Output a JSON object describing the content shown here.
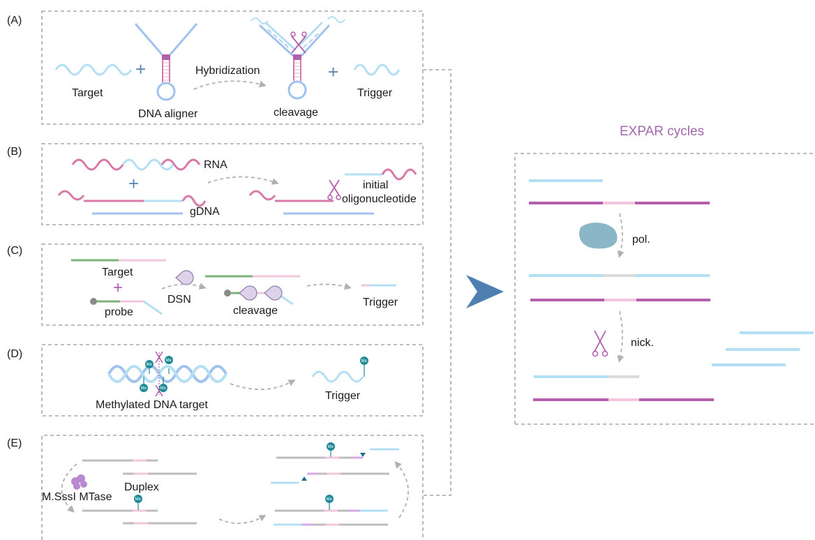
{
  "panels": {
    "A": {
      "letter": "(A)",
      "target": "Target",
      "aligner": "DNA aligner",
      "hybridization": "Hybridization",
      "cleavage": "cleavage",
      "trigger": "Trigger",
      "plus": "+"
    },
    "B": {
      "letter": "(B)",
      "rna": "RNA",
      "gdna": "gDNA",
      "initial_line1": "initial",
      "initial_line2": "oligonucleotide",
      "plus": "+"
    },
    "C": {
      "letter": "(C)",
      "target": "Target",
      "probe": "probe",
      "dsn": "DSN",
      "cleavage": "cleavage",
      "trigger": "Trigger",
      "plus": "+"
    },
    "D": {
      "letter": "(D)",
      "methylated": "Methylated DNA target",
      "trigger": "Trigger"
    },
    "E": {
      "letter": "(E)",
      "duplex": "Duplex",
      "mtase": "M.SssI MTase"
    }
  },
  "expar": {
    "title": "EXPAR cycles",
    "pol": "pol.",
    "nick": "nick."
  },
  "me_label": "Me",
  "colors": {
    "light_blue": "#b3dff5",
    "magenta": "#b35fad",
    "pink": "#d87aa9",
    "light_pink": "#f2c6dc",
    "green": "#7ab37a",
    "gray": "#bdbdbd",
    "blue": "#9fc3ee",
    "teal": "#1e8a96",
    "arrow_blue": "#4f7fb0"
  }
}
